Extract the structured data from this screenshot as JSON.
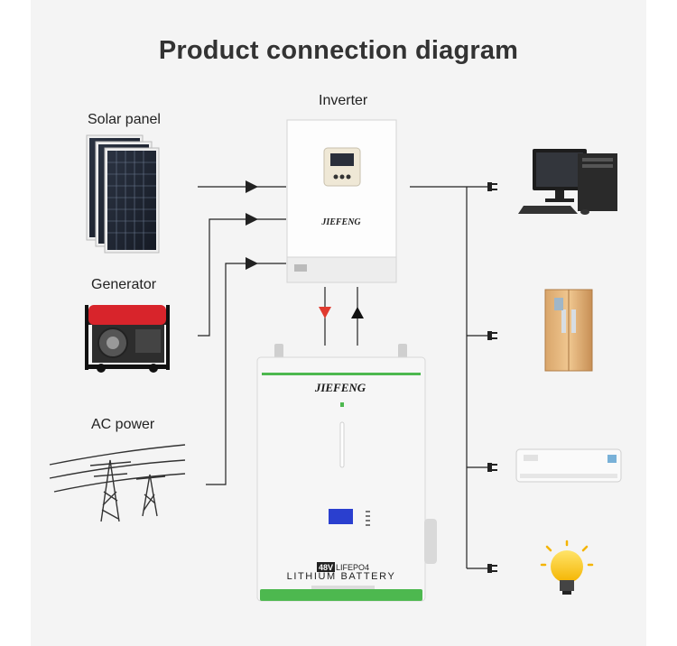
{
  "title": "Product connection diagram",
  "sources": {
    "solar_panel": "Solar panel",
    "generator": "Generator",
    "ac_power": "AC power"
  },
  "inverter": {
    "label": "Inverter",
    "brand": "JIEFENG"
  },
  "battery": {
    "brand": "JIEFENG",
    "badge": "48V",
    "chemistry": "LIFEPO4",
    "name": "LITHIUM BATTERY"
  },
  "loads": [
    "computer-icon",
    "refrigerator-icon",
    "air-conditioner-icon",
    "light-bulb-icon"
  ],
  "colors": {
    "battery_green": "#4db84f",
    "arrow_down": "#e03a2f",
    "arrow_up": "#111111",
    "line": "#222222"
  }
}
